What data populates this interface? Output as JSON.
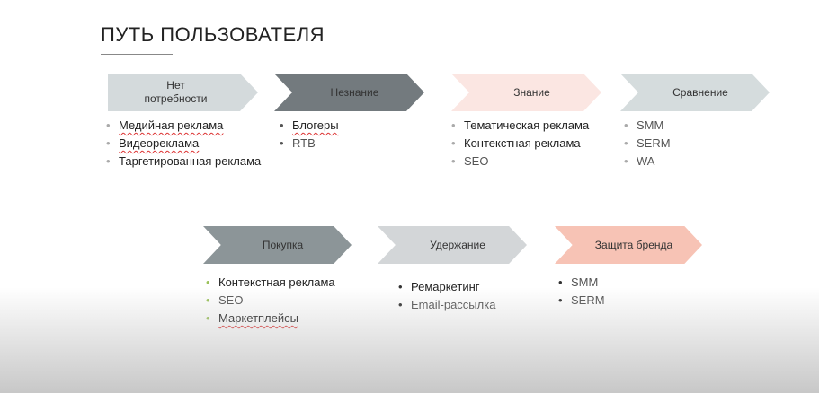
{
  "title": "ПУТЬ ПОЛЬЗОВАТЕЛЯ",
  "stages": [
    {
      "label": "Нет потребности",
      "color": "#d4dadc",
      "items": [
        "Медийная реклама",
        "Видеореклама",
        "Таргетированная реклама"
      ]
    },
    {
      "label": "Незнание",
      "color": "#737a7e",
      "items": [
        "Блогеры",
        "RTB"
      ]
    },
    {
      "label": "Знание",
      "color": "#fbe6e2",
      "items": [
        "Тематическая реклама",
        "Контекстная реклама",
        "SEO"
      ]
    },
    {
      "label": "Сравнение",
      "color": "#d5dcdd",
      "items": [
        "SMM",
        "SERM",
        "WA"
      ]
    },
    {
      "label": "Покупка",
      "color": "#8c9598",
      "items": [
        "Контекстная реклама",
        "SEO",
        "Маркетплейсы"
      ]
    },
    {
      "label": "Удержание",
      "color": "#d3d6d8",
      "items": [
        "Ремаркетинг",
        "Email-рассылка"
      ]
    },
    {
      "label": "Защита бренда",
      "color": "#f7c3b5",
      "items": [
        "SMM",
        "SERM"
      ]
    }
  ]
}
